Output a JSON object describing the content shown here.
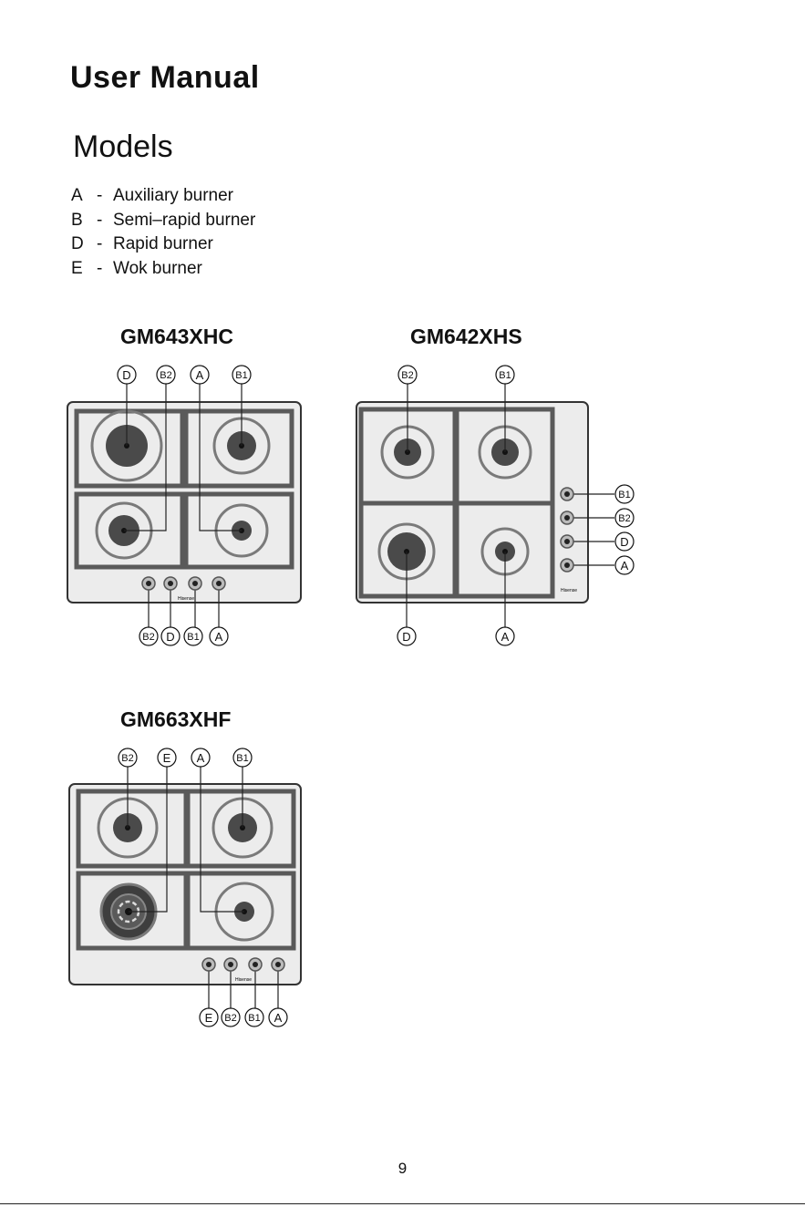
{
  "document": {
    "title": "User Manual",
    "section_title": "Models",
    "legend": [
      {
        "code": "A",
        "sep": "-",
        "text": "Auxiliary burner"
      },
      {
        "code": "B",
        "sep": "-",
        "text": "Semi–rapid burner"
      },
      {
        "code": "D",
        "sep": "-",
        "text": "Rapid burner"
      },
      {
        "code": "E",
        "sep": "-",
        "text": "Wok burner"
      }
    ],
    "page_number": "9"
  },
  "models": [
    {
      "name": "GM643XHC",
      "brand": "Hisense",
      "top_labels": [
        "D",
        "B2",
        "A",
        "B1"
      ],
      "knob_labels": [
        "B2",
        "D",
        "B1",
        "A"
      ]
    },
    {
      "name": "GM642XHS",
      "brand": "Hisense",
      "top_labels": [
        "B2",
        "B1"
      ],
      "side_labels": [
        "B1",
        "B2",
        "D",
        "A"
      ],
      "bottom_labels": [
        "D",
        "A"
      ]
    },
    {
      "name": "GM663XHF",
      "brand": "Hisense",
      "top_labels": [
        "B2",
        "E",
        "A",
        "B1"
      ],
      "knob_labels": [
        "E",
        "B2",
        "B1",
        "A"
      ]
    }
  ],
  "colors": {
    "hob_fill": "#ececec",
    "hob_border": "#333333",
    "grate": "#5a5a5a",
    "burner": "#4a4a4a",
    "ring": "#7a7a7a"
  }
}
